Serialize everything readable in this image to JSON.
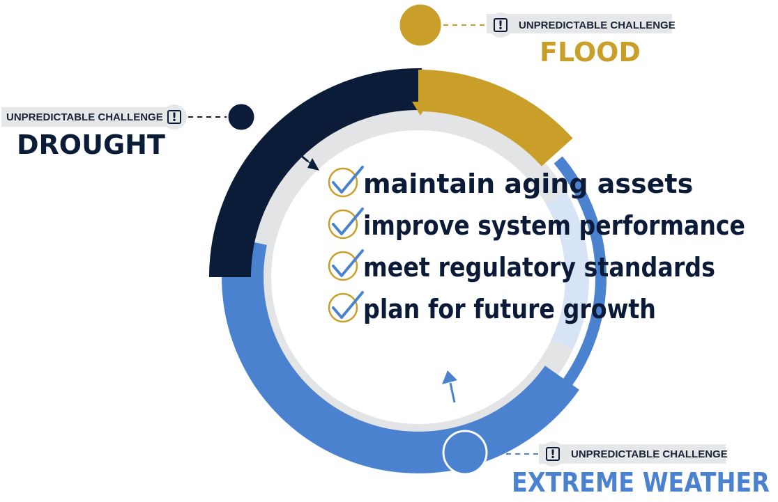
{
  "colors": {
    "navy": "#0b1c38",
    "gold": "#c99f2a",
    "blue": "#4a82d0",
    "light_blue": "#d6e4f5",
    "gray": "#e3e4e6",
    "tag_bg": "#e6e7e9"
  },
  "challenges": {
    "flood": {
      "tag": "UNPREDICTABLE CHALLENGE",
      "label": "FLOOD",
      "icon": "exclamation-box-icon"
    },
    "drought": {
      "tag": "UNPREDICTABLE CHALLENGE",
      "label": "DROUGHT",
      "icon": "exclamation-box-icon"
    },
    "extreme_weather": {
      "tag": "UNPREDICTABLE CHALLENGE",
      "label": "EXTREME WEATHER",
      "icon": "exclamation-box-icon"
    }
  },
  "goals": [
    {
      "text": "maintain aging assets",
      "icon": "check-circle-icon"
    },
    {
      "text": "improve system performance",
      "icon": "check-circle-icon"
    },
    {
      "text": "meet regulatory standards",
      "icon": "check-circle-icon"
    },
    {
      "text": "plan for future growth",
      "icon": "check-circle-icon"
    }
  ]
}
